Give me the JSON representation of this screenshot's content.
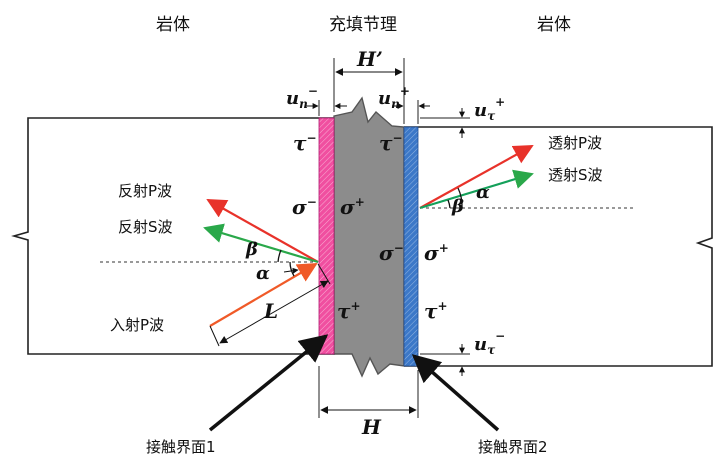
{
  "labels": {
    "rock_left": "岩体",
    "rock_right": "岩体",
    "joint_fill": "充填节理",
    "incident_p": "入射P波",
    "reflected_p": "反射P波",
    "reflected_s": "反射S波",
    "transmitted_p": "透射P波",
    "transmitted_s": "透射S波",
    "interface_1": "接触界面1",
    "interface_2": "接触界面2"
  },
  "symbols": {
    "H": "H",
    "H_prime": "H’",
    "L": "L",
    "alpha": "α",
    "beta": "β",
    "tau": "τ",
    "sigma": "σ",
    "u": "u",
    "sub_n": "n",
    "sub_tau": "τ",
    "plus": "+",
    "minus": "−"
  },
  "colors": {
    "incident_ray": "#f05a28",
    "reflected_p_ray": "#e8322a",
    "reflected_s_ray": "#2aa84a",
    "transmitted_p_ray": "#e8322a",
    "transmitted_s_ray": "#14a05a",
    "interface_1_fill": "#f04fa0",
    "interface_2_fill": "#3c78c8",
    "joint_fill": "#8c8c8c",
    "joint_border": "#555555"
  }
}
